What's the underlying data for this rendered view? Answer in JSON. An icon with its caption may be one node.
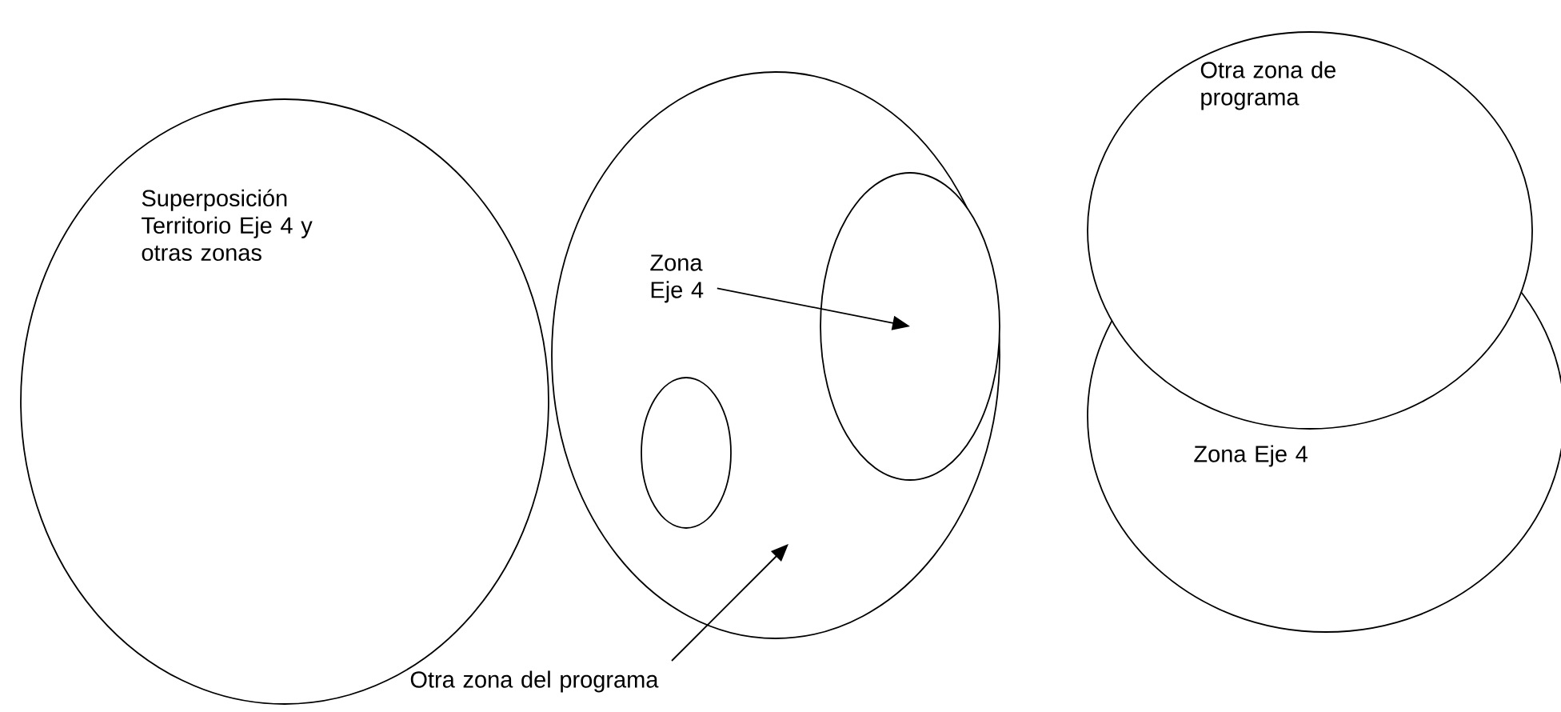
{
  "diagram": {
    "nodes": [
      {
        "text": [
          "Superposición Territorio Eje 4 y otras zonas"
        ]
      },
      {
        "text": [],
        "shape": "ellipse"
      },
      {
        "text": [
          "Zona Eje 4"
        ],
        "in": 1
      },
      {
        "text": [],
        "shape": "ellipse",
        "in": 1
      },
      {
        "text": [],
        "shape": "ellipse",
        "in": 1
      },
      {
        "text": [
          "Otra zona del programa"
        ]
      },
      {
        "text": [
          "Otra zona de programa"
        ]
      },
      {
        "text": [
          "Zona Eje 4"
        ]
      }
    ],
    "edges": [
      {
        "from": 2,
        "to": 3,
        "arrow": "to"
      },
      {
        "from": 5,
        "to": null,
        "arrow": "to"
      }
    ]
  }
}
